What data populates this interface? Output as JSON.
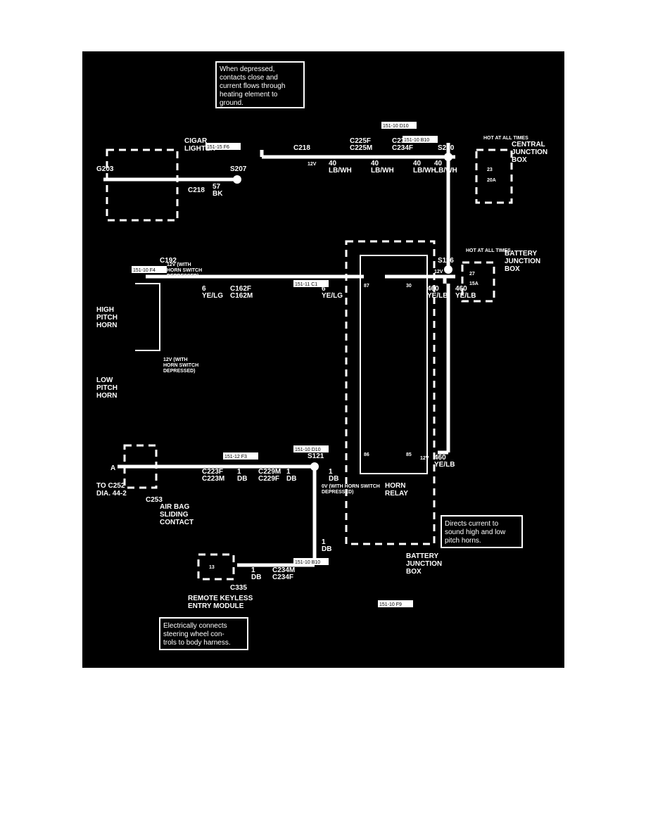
{
  "hot_labels": {
    "central": "HOT AT ALL TIMES",
    "battery": "HOT AT ALL TIMES"
  },
  "central_box": {
    "name_line1": "CENTRAL",
    "name_line2": "JUNCTION",
    "name_line3": "BOX",
    "fuse_num": "23",
    "fuse_amp": "20A"
  },
  "battery_box": {
    "name_line1": "BATTERY",
    "name_line2": "JUNCTION",
    "name_line3": "BOX",
    "fuse_num": "27",
    "fuse_amp": "15A"
  },
  "lighter_circuit": {
    "wire_40a": "40",
    "color_a": "LB/WH",
    "splice_s230": "S230",
    "wire_40b": "40",
    "color_b": "LB/WH",
    "conn_c234f": "C234F",
    "conn_c234m": "C234M",
    "wire_40c": "40",
    "color_c": "LB/WH",
    "conn_c225m": "C225M",
    "conn_c225f": "C225F",
    "wire_40d": "40",
    "color_d": "LB/WH",
    "volt_12v": "12V",
    "conn_c218_top": "C218",
    "lighter_line1": "CIGAR",
    "lighter_line2": "LIGHTER",
    "conn_c218_bottom": "C218",
    "wire_57": "57",
    "color_bk": "BK",
    "splice_s207": "S207",
    "ground_g203": "G203"
  },
  "horn_circuit": {
    "wire_460a": "460",
    "color_yelb_a": "YE/LB",
    "splice_s116": "S116",
    "wire_460b": "460",
    "color_yelb_b": "YE/LB",
    "volt_12v_top": "12V",
    "relay_pin30": "30",
    "relay_pin87": "87",
    "wire_6a": "6",
    "color_yelg_a": "YE/LG",
    "conn_c162f": "C162F",
    "conn_c162m": "C162M",
    "wire_6b": "6",
    "color_yelg_b": "YE/LG",
    "volt_note": "12V (WITH",
    "volt_note2": "HORN SWITCH",
    "volt_note3": "DEPRESSED)",
    "conn_c192": "C192",
    "high_horn_1": "HIGH",
    "high_horn_2": "PITCH",
    "high_horn_3": "HORN",
    "low_note": "12V (WITH",
    "low_note2": "HORN SWITCH",
    "low_note3": "DEPRESSED)",
    "low_horn_1": "LOW",
    "low_horn_2": "PITCH",
    "low_horn_3": "HORN"
  },
  "relay": {
    "wire_460c": "460",
    "color_yelb_c": "YE/LB",
    "volt_12v": "12V",
    "pin85": "85",
    "pin86": "86",
    "name_line1": "HORN",
    "name_line2": "RELAY",
    "ov_line1": "0V (WITH HORN SWITCH",
    "ov_line2": "DEPRESSED)",
    "bjb_line1": "BATTERY",
    "bjb_line2": "JUNCTION",
    "bjb_line3": "BOX"
  },
  "db_circuit": {
    "wire_1a": "1",
    "color_db_a": "DB",
    "splice_s121": "S121",
    "wire_1b": "1",
    "color_db_b": "DB",
    "conn_c229m": "C229M",
    "conn_c229f": "C229F",
    "wire_1c": "1",
    "color_db_c": "DB",
    "conn_c223f": "C223F",
    "conn_c223m": "C223M",
    "conn_c253": "C253",
    "conn_a": "A",
    "to_line1": "TO C252",
    "to_line2": "DIA. 44-2",
    "airbag_line1": "AIR BAG",
    "airbag_line2": "SLIDING",
    "airbag_line3": "CONTACT",
    "wire_1d": "1",
    "color_db_d": "DB",
    "wire_1e": "1",
    "color_db_e": "DB",
    "conn_c234m": "C234M",
    "conn_c234f": "C234F",
    "rke_pin": "13",
    "conn_c335": "C335",
    "rke_line1": "REMOTE KEYLESS",
    "rke_line2": "ENTRY MODULE"
  },
  "refs": {
    "r1": "151-10 D10",
    "r2": "151-10 B10",
    "r3": "151-15 F6",
    "r4": "151-11 C1",
    "r5": "151-10 F4",
    "r6": "151-12 F3",
    "r7": "151-10 D10",
    "r8": "151-10 B10",
    "r9": "151-10 F9"
  },
  "notes": {
    "lighter": [
      "When depressed,",
      "contacts close and",
      "current flows through",
      "heating element to",
      "ground."
    ],
    "relay": [
      "Directs current to",
      "sound high and low",
      "pitch horns."
    ],
    "airbag": [
      "Electrically connects",
      "steering wheel con-",
      "trols to body harness."
    ]
  }
}
